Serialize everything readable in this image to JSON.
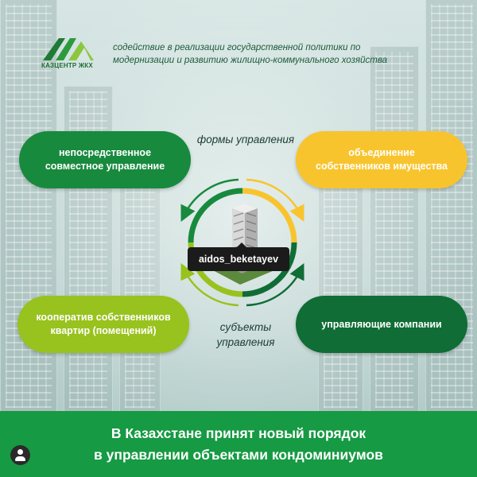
{
  "header": {
    "logo_caption": "КАЗЦЕНТР ЖКХ",
    "tagline": "содействие в реализации государственной политики по модернизации и развитию жилищно-коммунального хозяйства"
  },
  "diagram": {
    "label_top": "формы управления",
    "label_bottom": "субъекты управления",
    "top_left": "непосредственное совместное управление",
    "top_right": "объединение собственников имущества",
    "bottom_left": "кооператив собственников квартир (помещений)",
    "bottom_right": "управляющие компании"
  },
  "tooltip": {
    "username": "aidos_beketayev"
  },
  "banner": {
    "line1": "В Казахстане принят новый порядок",
    "line2": "в управлении объектами кондоминиумов"
  },
  "colors": {
    "green": "#178a3e",
    "yellow": "#f8c42e",
    "lime": "#98c21e",
    "dark_green": "#0f6d35",
    "banner": "#169a43"
  },
  "icons": [
    "building-icon",
    "user-avatar-icon",
    "logo-roof-icon"
  ]
}
